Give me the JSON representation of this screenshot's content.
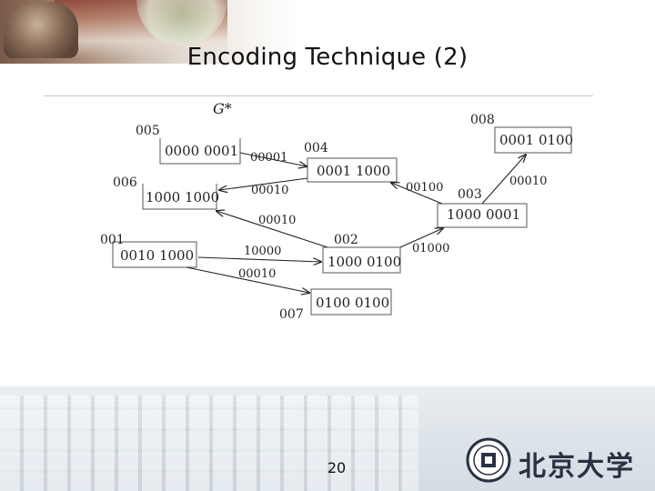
{
  "title": "Encoding Technique (2)",
  "graph_label": "G*",
  "nodes": [
    {
      "id": "005",
      "code": "0000 0001"
    },
    {
      "id": "004",
      "code": "0001 1000"
    },
    {
      "id": "006",
      "code": "1000 1000"
    },
    {
      "id": "001",
      "code": "0010 1000"
    },
    {
      "id": "002",
      "code": "1000 0100"
    },
    {
      "id": "007",
      "code": "0100 0100"
    },
    {
      "id": "003",
      "code": "1000 0001"
    },
    {
      "id": "008",
      "code": "0001 0100"
    }
  ],
  "edges": [
    {
      "from": "005",
      "to": "004",
      "label": "00001"
    },
    {
      "from": "004",
      "to": "006",
      "label": "00010"
    },
    {
      "from": "003",
      "to": "004",
      "label": "00100"
    },
    {
      "from": "003",
      "to": "008",
      "label": "00010"
    },
    {
      "from": "002",
      "to": "006",
      "label": "00010"
    },
    {
      "from": "001",
      "to": "002",
      "label": "10000"
    },
    {
      "from": "001",
      "to": "007",
      "label": "00010"
    },
    {
      "from": "002",
      "to": "003",
      "label": "01000"
    }
  ],
  "page_number": "20",
  "logo_text": "北京大学"
}
